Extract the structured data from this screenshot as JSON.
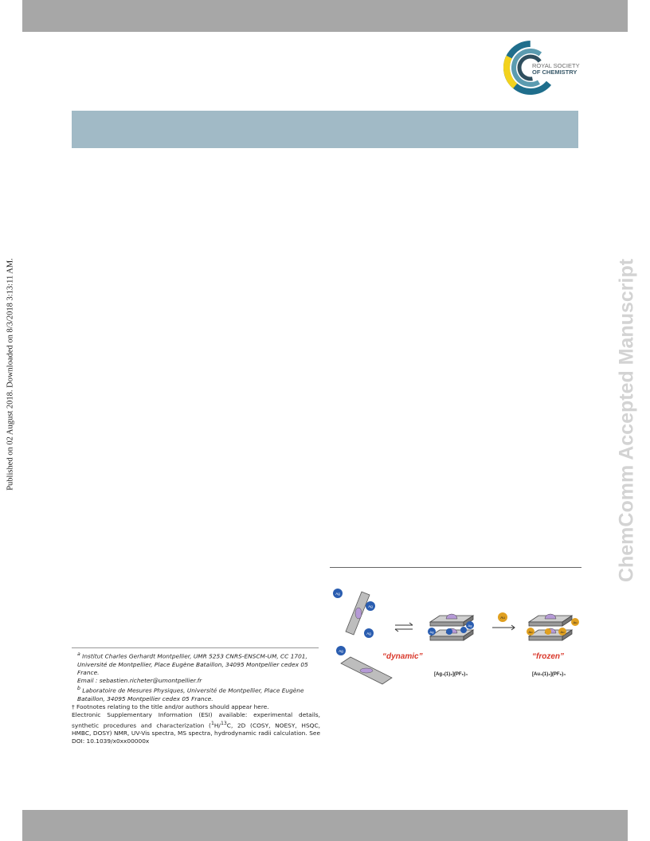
{
  "side_note": "Published on 02 August 2018. Downloaded on 8/3/2018 3:13:11 AM.",
  "watermark": "ChemComm Accepted Manuscript",
  "logo": {
    "line1": "ROYAL SOCIETY",
    "line2": "OF CHEMISTRY",
    "colors": [
      "#1f6e8c",
      "#5b9bb0",
      "#f3d21d",
      "#2f4f5f"
    ]
  },
  "footnotes": {
    "a_sup": "a",
    "a_text": "Institut Charles Gerhardt Montpellier, UMR 5253 CNRS-ENSCM-UM, CC 1701, Université de Montpellier, Place Eugène Bataillon, 34095 Montpellier cedex 05 France.",
    "email": "Email : sebastien.richeter@umontpellier.fr",
    "b_sup": "b",
    "b_text": "Laboratoire de Mesures Physiques, Université de Montpellier, Place Eugène Bataillon, 34095 Montpellier cedex 05 France.",
    "dagger": "† Footnotes relating to the title and/or authors should appear here.",
    "esi_1": "Electronic Supplementary Information (ESI) available: experimental details, synthetic procedures and characterization (",
    "esi_sup1": "1",
    "esi_h": "H/",
    "esi_sup2": "13",
    "esi_2": "C, 2D (COSY, NOESY, HSQC, HMBC, DOSY) NMR, UV-Vis spectra, MS spectra, hydrodynamic radii calculation. See DOI: 10.1039/x0xx00000x"
  },
  "toc_figure": {
    "ag": "Ag",
    "au": "Au",
    "dynamic": "“dynamic”",
    "frozen": "“frozen”",
    "label_ag": "[Ag₄(1)₂](PF₆)₄",
    "label_au": "[Au₄(1)₂](PF₆)₄",
    "colors": {
      "ag_ball": "#2a5db0",
      "au_ball": "#e0a020",
      "label_red": "#d9372a",
      "plate": "#8c8c8c"
    }
  }
}
